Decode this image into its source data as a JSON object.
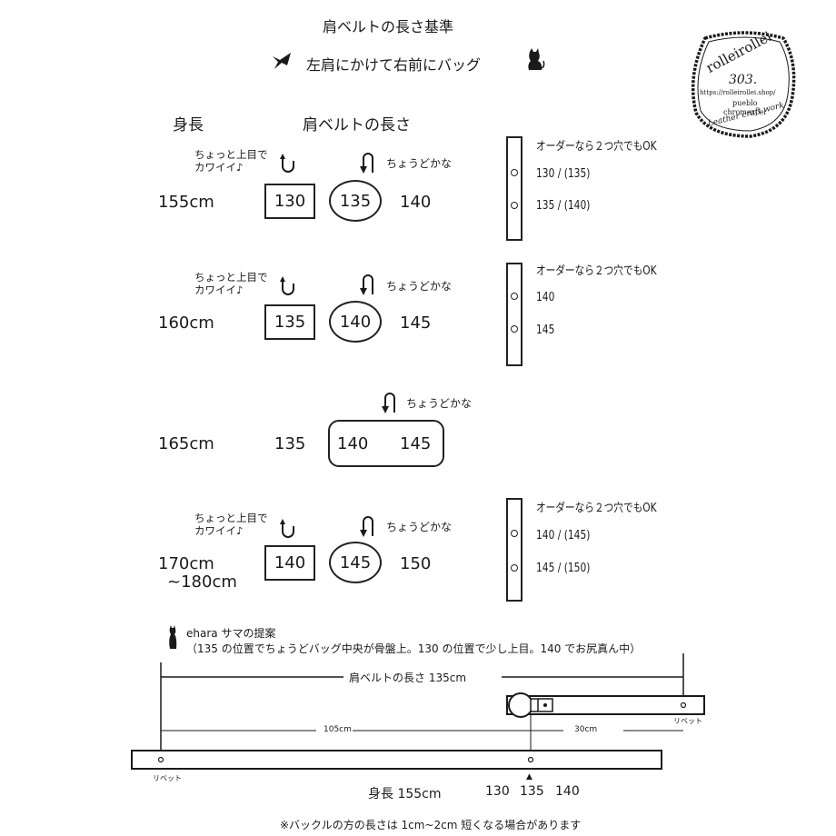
{
  "title": "肩ベルトの長さ基準",
  "subtitle": "左肩にかけて右前にバッグ",
  "logo": {
    "brand": "rolleirollei",
    "number": "303.",
    "url": "https://rolleirollei.shop/",
    "line1": "pueblo",
    "line2": "chromexcel",
    "line3": "Leather craft work"
  },
  "headers": {
    "height": "身長",
    "belt": "肩ベルトの長さ"
  },
  "notes": {
    "slightly_high": [
      "ちょっと上目で",
      "カワイイ♪"
    ],
    "just_right": "ちょうどかな"
  },
  "rows": [
    {
      "height": "155cm",
      "values": [
        "130",
        "135",
        "140"
      ],
      "order_note": "オーダーなら２つ穴でもOK",
      "holes": [
        "130 / (135)",
        "135 / (140)"
      ]
    },
    {
      "height": "160cm",
      "values": [
        "135",
        "140",
        "145"
      ],
      "order_note": "オーダーなら２つ穴でもOK",
      "holes": [
        "140",
        "145"
      ]
    },
    {
      "height": "165cm",
      "values": [
        "135",
        "140",
        "145"
      ]
    },
    {
      "height": "170cm",
      "height2": "~180cm",
      "values": [
        "140",
        "145",
        "150"
      ],
      "order_note": "オーダーなら２つ穴でもOK",
      "holes": [
        "140 / (145)",
        "145 / (150)"
      ]
    }
  ],
  "proposal": {
    "title": "ehara サマの提案",
    "text": "（135 の位置でちょうどバッグ中央が骨盤上。130 の位置で少し上目。140 でお尻真ん中）"
  },
  "diagram": {
    "belt_length": "肩ベルトの長さ 135cm",
    "seg_left": "105cm",
    "seg_right": "30cm",
    "rivet": "リベット",
    "rivet_short": "リベット",
    "height_label": "身長 155cm",
    "marks": [
      "130",
      "135",
      "140"
    ],
    "arrow": "▲"
  },
  "footnote": "※バックルの方の長さは 1cm~2cm 短くなる場合があります",
  "colors": {
    "ink": "#222222",
    "background": "#ffffff"
  }
}
